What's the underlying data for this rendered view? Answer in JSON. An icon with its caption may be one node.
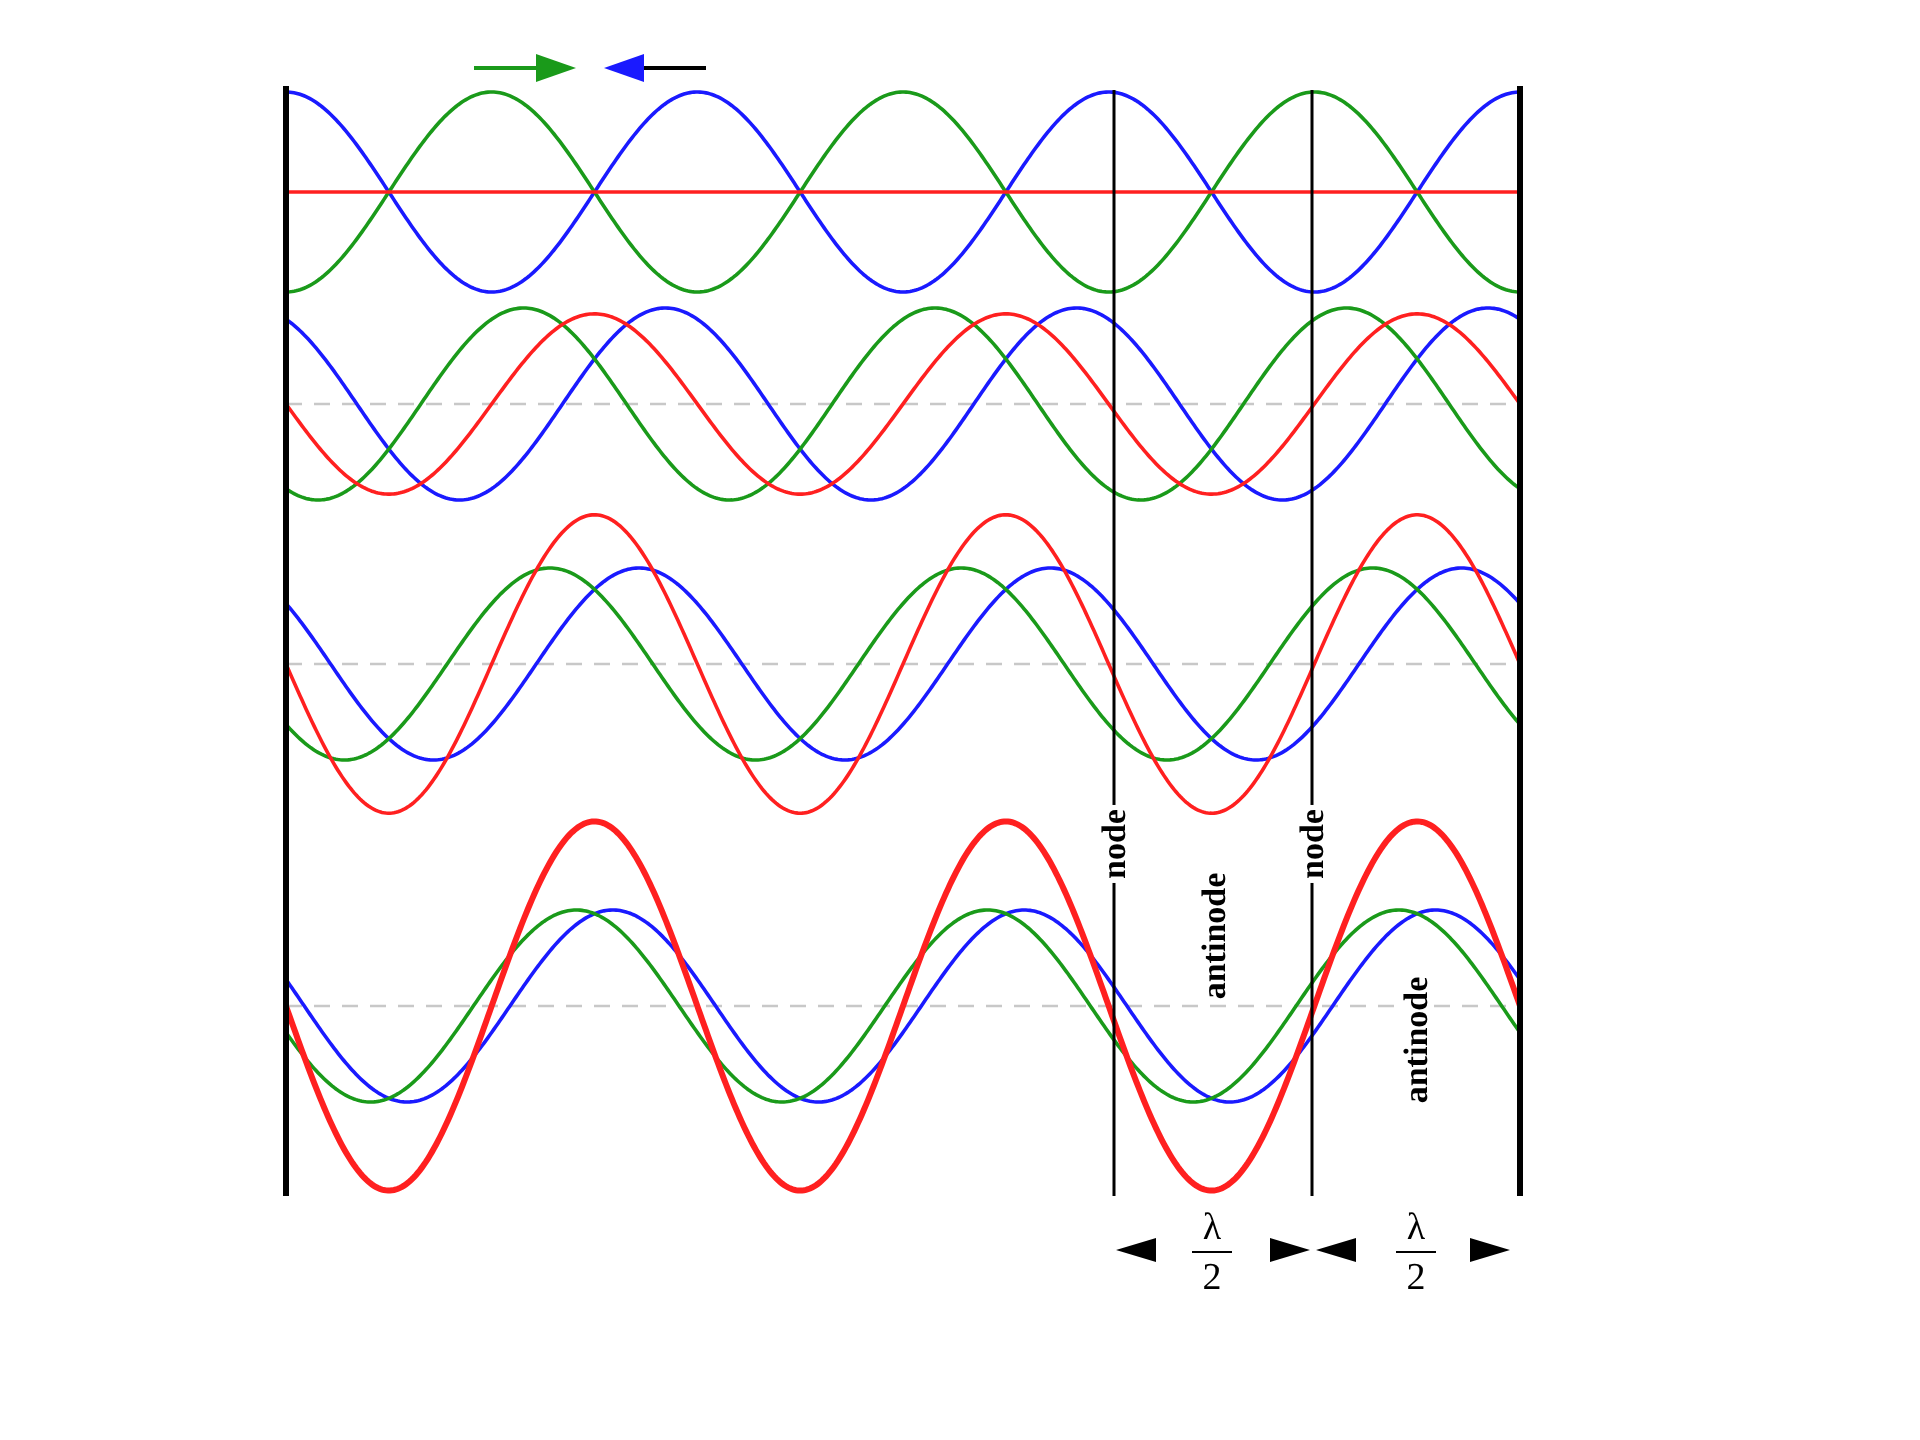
{
  "diagram": {
    "labels": [
      "node",
      "antinode",
      "node",
      "antinode",
      "λ",
      "2",
      "λ",
      "2"
    ]
  }
}
